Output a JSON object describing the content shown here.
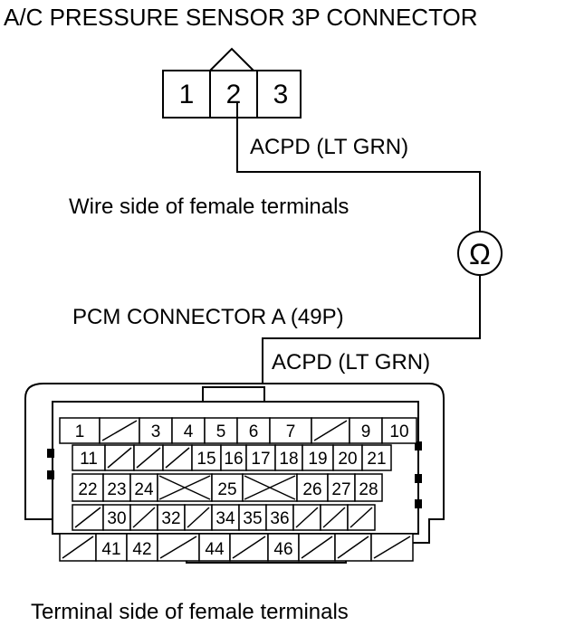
{
  "sensor": {
    "title": "A/C PRESSURE SENSOR 3P CONNECTOR",
    "pins": [
      "1",
      "2",
      "3"
    ],
    "wire_label": "ACPD (LT GRN)",
    "view_caption": "Wire side of female terminals"
  },
  "meter": {
    "symbol": "Ω"
  },
  "pcm": {
    "title": "PCM CONNECTOR A (49P)",
    "wire_label": "ACPD (LT GRN)",
    "view_caption": "Terminal side of female terminals",
    "rows": [
      [
        "1",
        "/",
        "3",
        "4",
        "5",
        "6",
        "7",
        "/",
        "9",
        "10"
      ],
      [
        "11",
        "/",
        "/",
        "/",
        "15",
        "16",
        "17",
        "18",
        "19",
        "20",
        "21"
      ],
      [
        "22",
        "23",
        "24",
        "X",
        "25",
        "X",
        "26",
        "27",
        "28"
      ],
      [
        "/",
        "30",
        "/",
        "32",
        "/",
        "34",
        "35",
        "36",
        "/",
        "/",
        "/"
      ],
      [
        "/",
        "41",
        "42",
        "/",
        "44",
        "/",
        "46",
        "/",
        "/",
        "/"
      ]
    ]
  }
}
